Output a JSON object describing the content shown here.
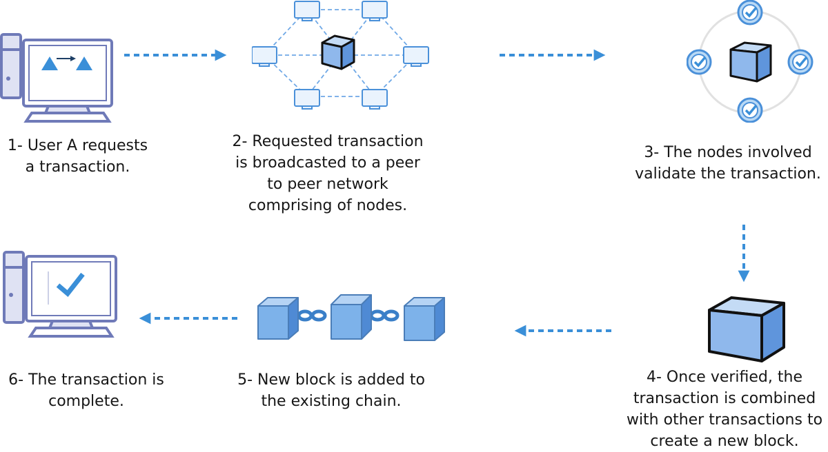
{
  "colors": {
    "accent": "#4a90d9",
    "arrow": "#3a8fd8",
    "outline": "#6f7ab8",
    "screen_fill": "#dfe2f3",
    "cube_front": "#8fb8ec",
    "cube_side": "#5f95dc"
  },
  "steps": [
    {
      "caption_lines": [
        "1- User A requests",
        "a transaction."
      ],
      "icon": "computer-transfer-icon"
    },
    {
      "caption_lines": [
        "2- Requested transaction",
        "is broadcasted to a peer",
        "to peer network",
        "comprising of nodes."
      ],
      "icon": "network-icon"
    },
    {
      "caption_lines": [
        "3- The nodes involved",
        "validate the transaction."
      ],
      "icon": "validation-icon"
    },
    {
      "caption_lines": [
        "4- Once verified, the",
        "transaction is combined",
        "with other transactions to",
        "create a new block."
      ],
      "icon": "block-icon"
    },
    {
      "caption_lines": [
        "5- New block is added to",
        "the existing chain."
      ],
      "icon": "chain-icon"
    },
    {
      "caption_lines": [
        "6- The transaction is",
        "complete."
      ],
      "icon": "computer-check-icon"
    }
  ]
}
